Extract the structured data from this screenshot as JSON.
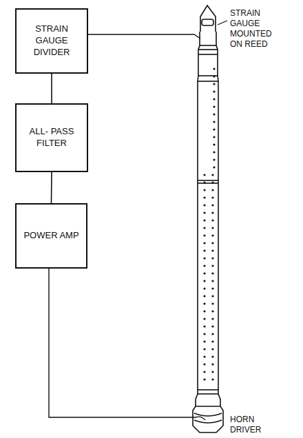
{
  "diagram": {
    "nodes": [
      {
        "text": [
          "STRAIN GAUGE DIVIDER"
        ]
      },
      {
        "text": [
          "ALL- PASS FILTER"
        ]
      },
      {
        "text": [
          "POWER AMP"
        ]
      }
    ],
    "edges": [
      {
        "from": 0,
        "to": 1,
        "arrow": "none"
      },
      {
        "from": 1,
        "to": 2,
        "arrow": "none"
      }
    ],
    "labels": [
      "STRAIN GAUGE MOUNTED ON REED",
      "HORN DRIVER"
    ]
  }
}
